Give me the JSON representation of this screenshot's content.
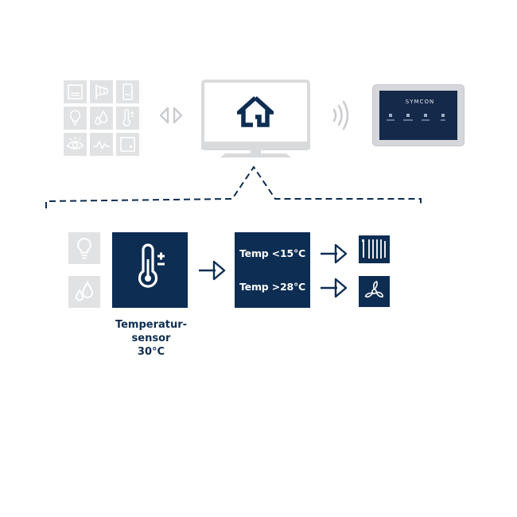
{
  "sensor": {
    "label_line1": "Temperatur-",
    "label_line2": "sensor",
    "value": "30°C"
  },
  "rules": [
    {
      "condition": "Temp <15°C",
      "action_icon": "radiator-icon"
    },
    {
      "condition": "Temp >28°C",
      "action_icon": "fan-icon"
    }
  ],
  "tablet": {
    "brand": "SYMCON"
  },
  "colors": {
    "navy": "#0d2d52",
    "tile_gray": "#e1e2e3",
    "icon_gray": "#c3c5c8"
  }
}
